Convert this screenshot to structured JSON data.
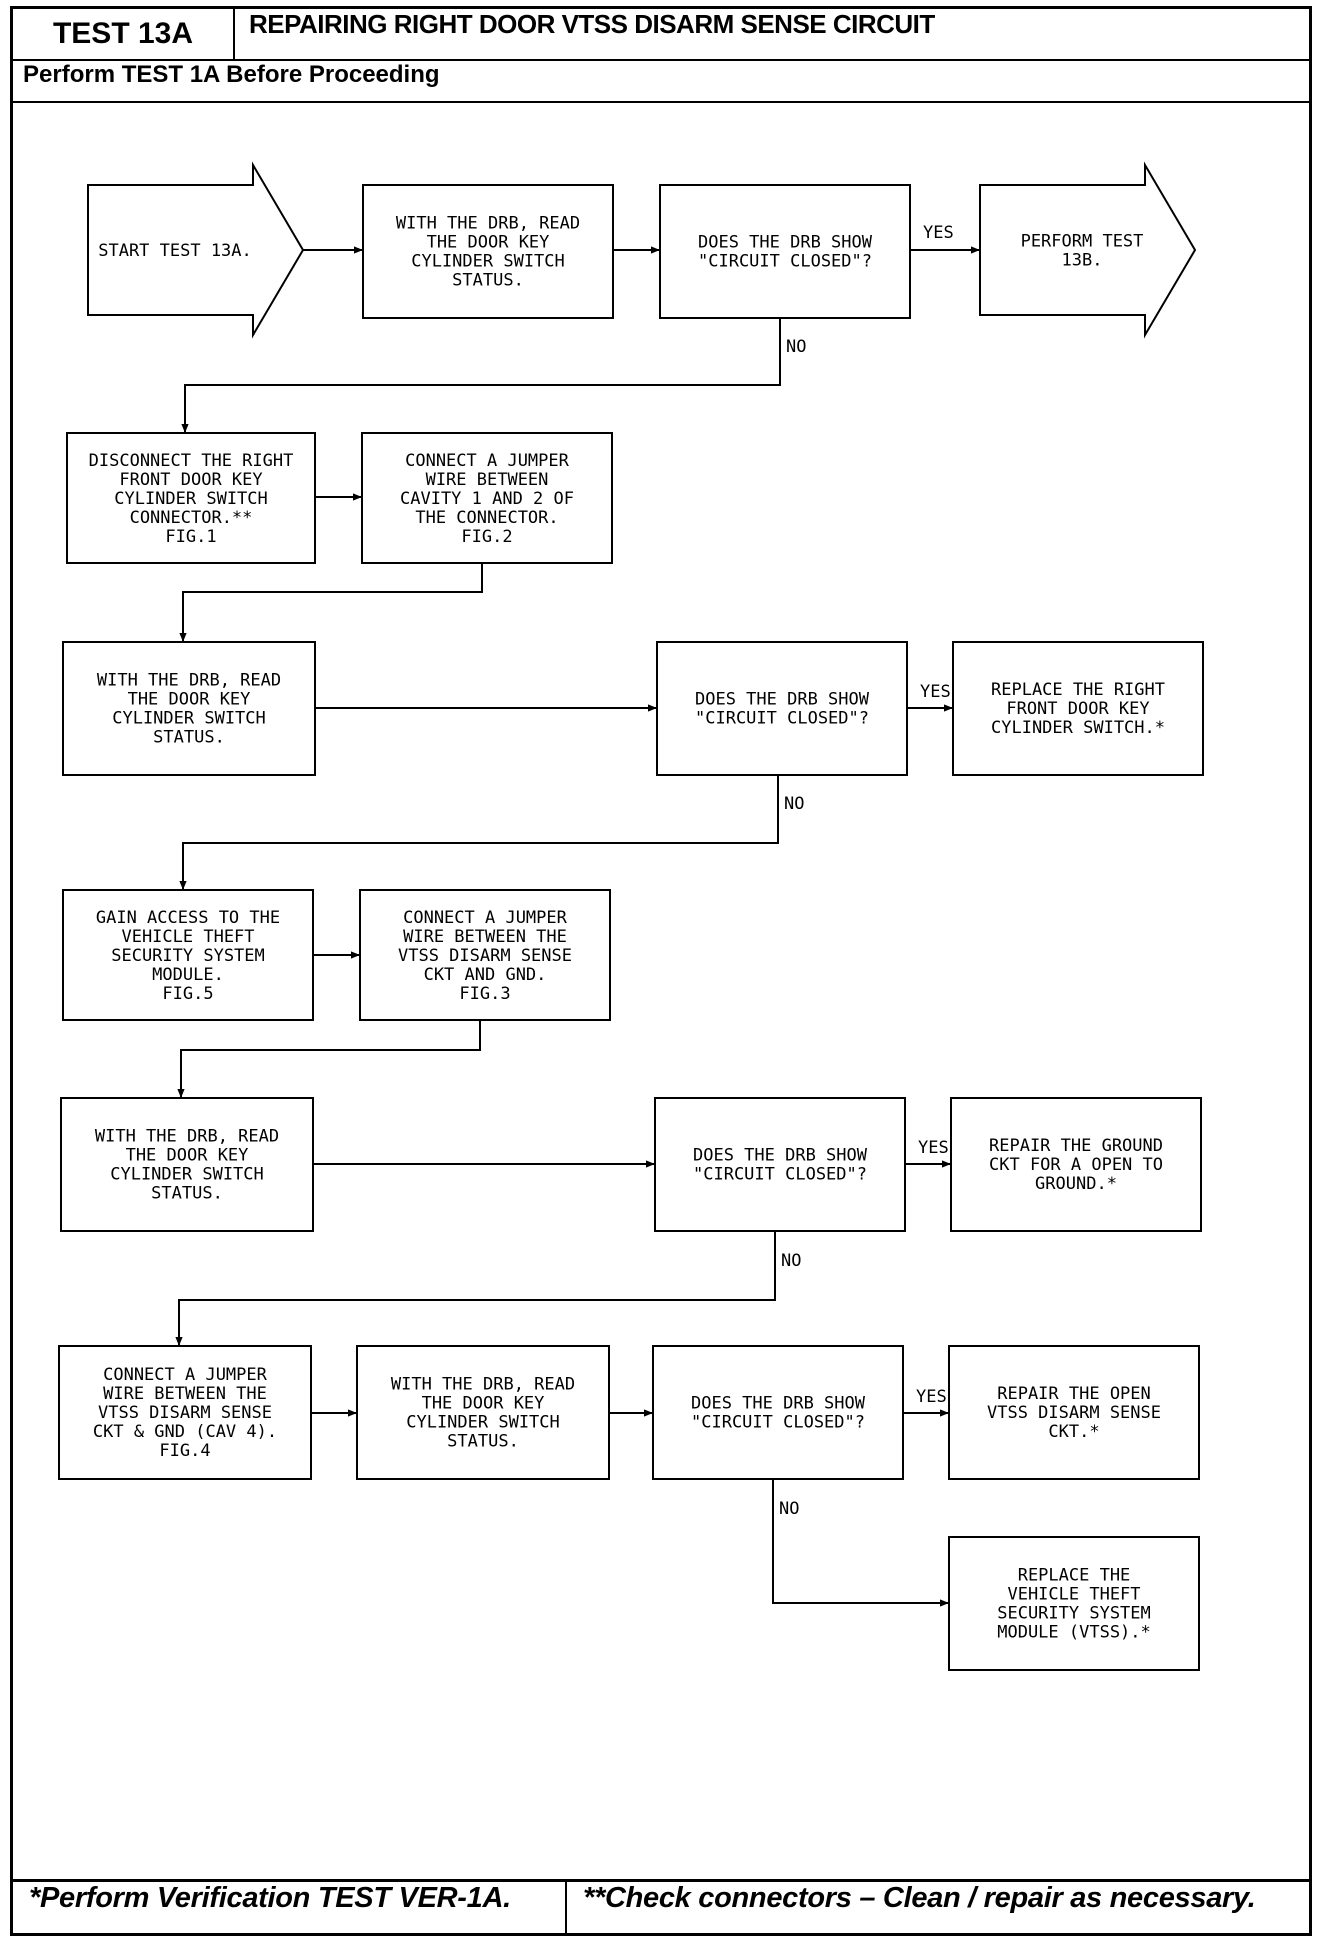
{
  "header": {
    "test_id": "TEST 13A",
    "title": "REPAIRING RIGHT DOOR VTSS DISARM SENSE CIRCUIT",
    "prerequisite": "Perform TEST 1A Before Proceeding"
  },
  "flowchart": {
    "nodes": {
      "start": [
        "START TEST 13A."
      ],
      "read1": [
        "WITH THE DRB, READ",
        "THE DOOR KEY",
        "CYLINDER SWITCH",
        "STATUS."
      ],
      "q1": [
        "DOES THE DRB SHOW",
        "\"CIRCUIT CLOSED\"?"
      ],
      "goto13b": [
        "PERFORM TEST",
        "13B."
      ],
      "disconnect": [
        "DISCONNECT THE RIGHT",
        "FRONT DOOR KEY",
        "CYLINDER SWITCH",
        "CONNECTOR.**",
        "FIG.1"
      ],
      "jumper1": [
        "CONNECT A JUMPER",
        "WIRE BETWEEN",
        "CAVITY 1 AND 2 OF",
        "THE CONNECTOR.",
        "FIG.2"
      ],
      "read2": [
        "WITH THE DRB, READ",
        "THE DOOR KEY",
        "CYLINDER SWITCH",
        "STATUS."
      ],
      "q2": [
        "DOES THE DRB SHOW",
        "\"CIRCUIT CLOSED\"?"
      ],
      "replace_switch": [
        "REPLACE THE RIGHT",
        "FRONT DOOR KEY",
        "CYLINDER SWITCH.*"
      ],
      "access": [
        "GAIN ACCESS TO THE",
        "VEHICLE THEFT",
        "SECURITY SYSTEM",
        "MODULE.",
        "FIG.5"
      ],
      "jumper2": [
        "CONNECT A JUMPER",
        "WIRE BETWEEN THE",
        "VTSS DISARM SENSE",
        "CKT AND GND.",
        "FIG.3"
      ],
      "read3": [
        "WITH THE DRB, READ",
        "THE DOOR KEY",
        "CYLINDER SWITCH",
        "STATUS."
      ],
      "q3": [
        "DOES THE DRB SHOW",
        "\"CIRCUIT CLOSED\"?"
      ],
      "repair_ground": [
        "REPAIR THE GROUND",
        "CKT FOR A OPEN TO",
        "GROUND.*"
      ],
      "jumper3": [
        "CONNECT A JUMPER",
        "WIRE BETWEEN THE",
        "VTSS DISARM SENSE",
        "CKT & GND (CAV 4).",
        "FIG.4"
      ],
      "read4": [
        "WITH THE DRB, READ",
        "THE DOOR KEY",
        "CYLINDER SWITCH",
        "STATUS."
      ],
      "q4": [
        "DOES THE DRB SHOW",
        "\"CIRCUIT CLOSED\"?"
      ],
      "repair_open": [
        "REPAIR THE OPEN",
        "VTSS DISARM SENSE",
        "CKT.*"
      ],
      "replace_module": [
        "REPLACE THE",
        "VEHICLE THEFT",
        "SECURITY SYSTEM",
        "MODULE (VTSS).*"
      ]
    },
    "labels": {
      "yes": "YES",
      "no": "NO"
    }
  },
  "footer": {
    "note_verification": "*Perform Verification TEST VER-1A.",
    "note_connectors": "**Check connectors – Clean / repair as necessary."
  }
}
